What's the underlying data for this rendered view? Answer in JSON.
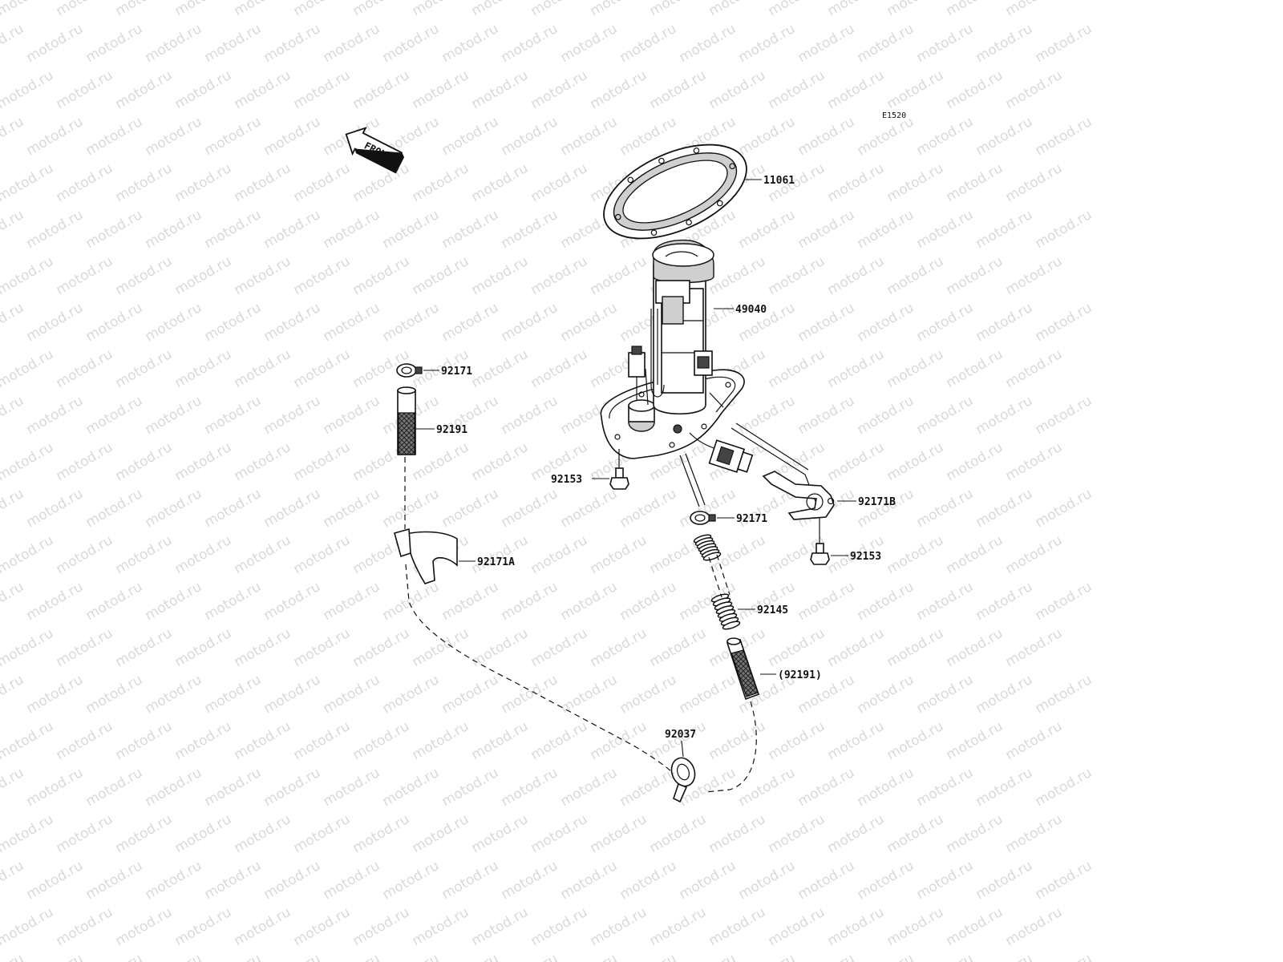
{
  "diagram_code": "E1520",
  "front_label": "FRONT",
  "watermark": "motod.ru",
  "colors": {
    "line": "#111111",
    "watermark": "#d9d9d9",
    "background": "#ffffff"
  },
  "parts": [
    {
      "id": "gasket",
      "label": "11061"
    },
    {
      "id": "fuel-pump",
      "label": "49040"
    },
    {
      "id": "clamp-top",
      "label": "92171"
    },
    {
      "id": "hose-left",
      "label": "92191"
    },
    {
      "id": "bolt-flange",
      "label": "92153"
    },
    {
      "id": "clamp-mid",
      "label": "92171"
    },
    {
      "id": "clamp-bracket",
      "label": "92171B"
    },
    {
      "id": "bolt-bracket",
      "label": "92153"
    },
    {
      "id": "clamp-hose-a",
      "label": "92171A"
    },
    {
      "id": "spring",
      "label": "92145"
    },
    {
      "id": "hose-right",
      "label": "(92191)"
    },
    {
      "id": "grommet",
      "label": "92037"
    }
  ]
}
